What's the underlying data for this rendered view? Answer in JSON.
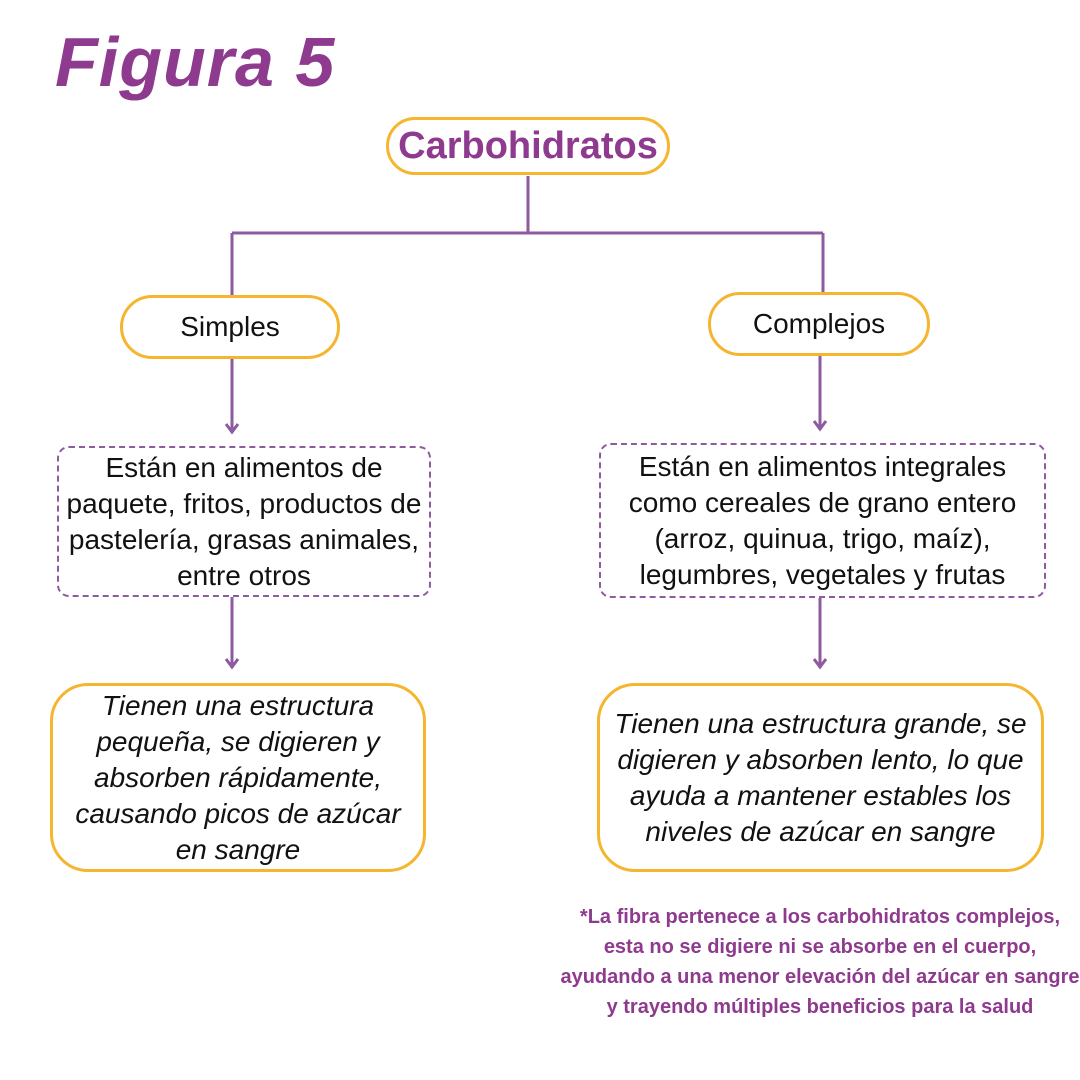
{
  "figure_title": "Figura 5",
  "diagram": {
    "root": "Carbohidratos",
    "branches": [
      {
        "category": "Simples",
        "sources": "Están en alimentos de paquete, fritos, productos de pastelería, grasas animales, entre otros",
        "effect": "Tienen una estructura pequeña, se digieren y absorben rápidamente, causando picos de azúcar en sangre"
      },
      {
        "category": "Complejos",
        "sources": "Están en alimentos integrales como cereales de grano entero (arroz, quinua, trigo, maíz), legumbres, vegetales y frutas",
        "effect": "Tienen una estructura grande, se digieren y absorben lento, lo que ayuda a mantener estables los niveles de azúcar en sangre"
      }
    ]
  },
  "footnote": "*La fibra pertenece a los carbohidratos complejos, esta no se digiere ni se absorbe en el cuerpo, ayudando a una menor elevación del azúcar en sangre y trayendo múltiples beneficios para la salud",
  "colors": {
    "title_purple": "#8e3a8e",
    "border_orange": "#f5b52e",
    "connector_purple": "#8e5aa0"
  }
}
